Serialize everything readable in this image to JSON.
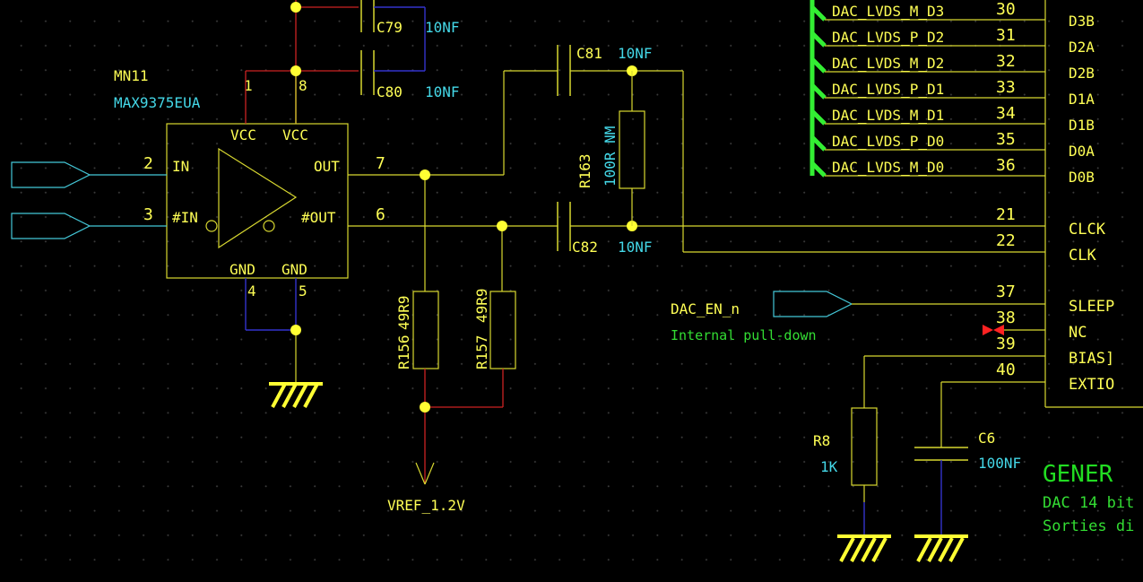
{
  "amplifier": {
    "ref": "MN11",
    "part": "MAX9375EUA",
    "pin_vcc1": "1",
    "pin_vcc2": "8",
    "vcc_left": "VCC",
    "vcc_right": "VCC",
    "pin_in": "2",
    "label_in": "IN",
    "pin_nin": "3",
    "label_nin": "#IN",
    "pin_out": "7",
    "label_out": "OUT",
    "pin_nout": "6",
    "label_nout": "#OUT",
    "gnd_left": "GND",
    "gnd_right": "GND",
    "pin_gnd1": "4",
    "pin_gnd2": "5"
  },
  "capacitors": {
    "c79": {
      "ref": "C79",
      "value": "10NF"
    },
    "c80": {
      "ref": "C80",
      "value": "10NF"
    },
    "c81": {
      "ref": "C81",
      "value": "10NF"
    },
    "c82": {
      "ref": "C82",
      "value": "10NF"
    },
    "c6": {
      "ref": "C6",
      "value": "100NF"
    }
  },
  "resistors": {
    "r163": {
      "ref": "R163",
      "value": "100R NM"
    },
    "r156": {
      "ref": "R156",
      "value": "49R9"
    },
    "r157": {
      "ref": "R157",
      "value": "49R9"
    },
    "r8": {
      "ref": "R8",
      "value": "1K"
    }
  },
  "vref_label": "VREF_1.2V",
  "dac_en": {
    "label": "DAC_EN_n",
    "note": "Internal pull-down"
  },
  "bus_nets": [
    {
      "net": "DAC_LVDS_M_D3",
      "pin": "30",
      "name": "D3B"
    },
    {
      "net": "DAC_LVDS_P_D2",
      "pin": "31",
      "name": "D2A"
    },
    {
      "net": "DAC_LVDS_M_D2",
      "pin": "32",
      "name": "D2B"
    },
    {
      "net": "DAC_LVDS_P_D1",
      "pin": "33",
      "name": "D1A"
    },
    {
      "net": "DAC_LVDS_M_D1",
      "pin": "34",
      "name": "D1B"
    },
    {
      "net": "DAC_LVDS_P_D0",
      "pin": "35",
      "name": "D0A"
    },
    {
      "net": "DAC_LVDS_M_D0",
      "pin": "36",
      "name": "D0B"
    }
  ],
  "ic_pins": [
    {
      "pin": "21",
      "name": "CLCK"
    },
    {
      "pin": "22",
      "name": "CLK"
    },
    {
      "pin": "37",
      "name": "SLEEP"
    },
    {
      "pin": "38",
      "name": "NC"
    },
    {
      "pin": "39",
      "name": "BIAS]"
    },
    {
      "pin": "40",
      "name": "EXTIO"
    }
  ],
  "title_block": {
    "title": "GENER",
    "line1": "DAC 14 bit",
    "line2": "Sorties di"
  }
}
